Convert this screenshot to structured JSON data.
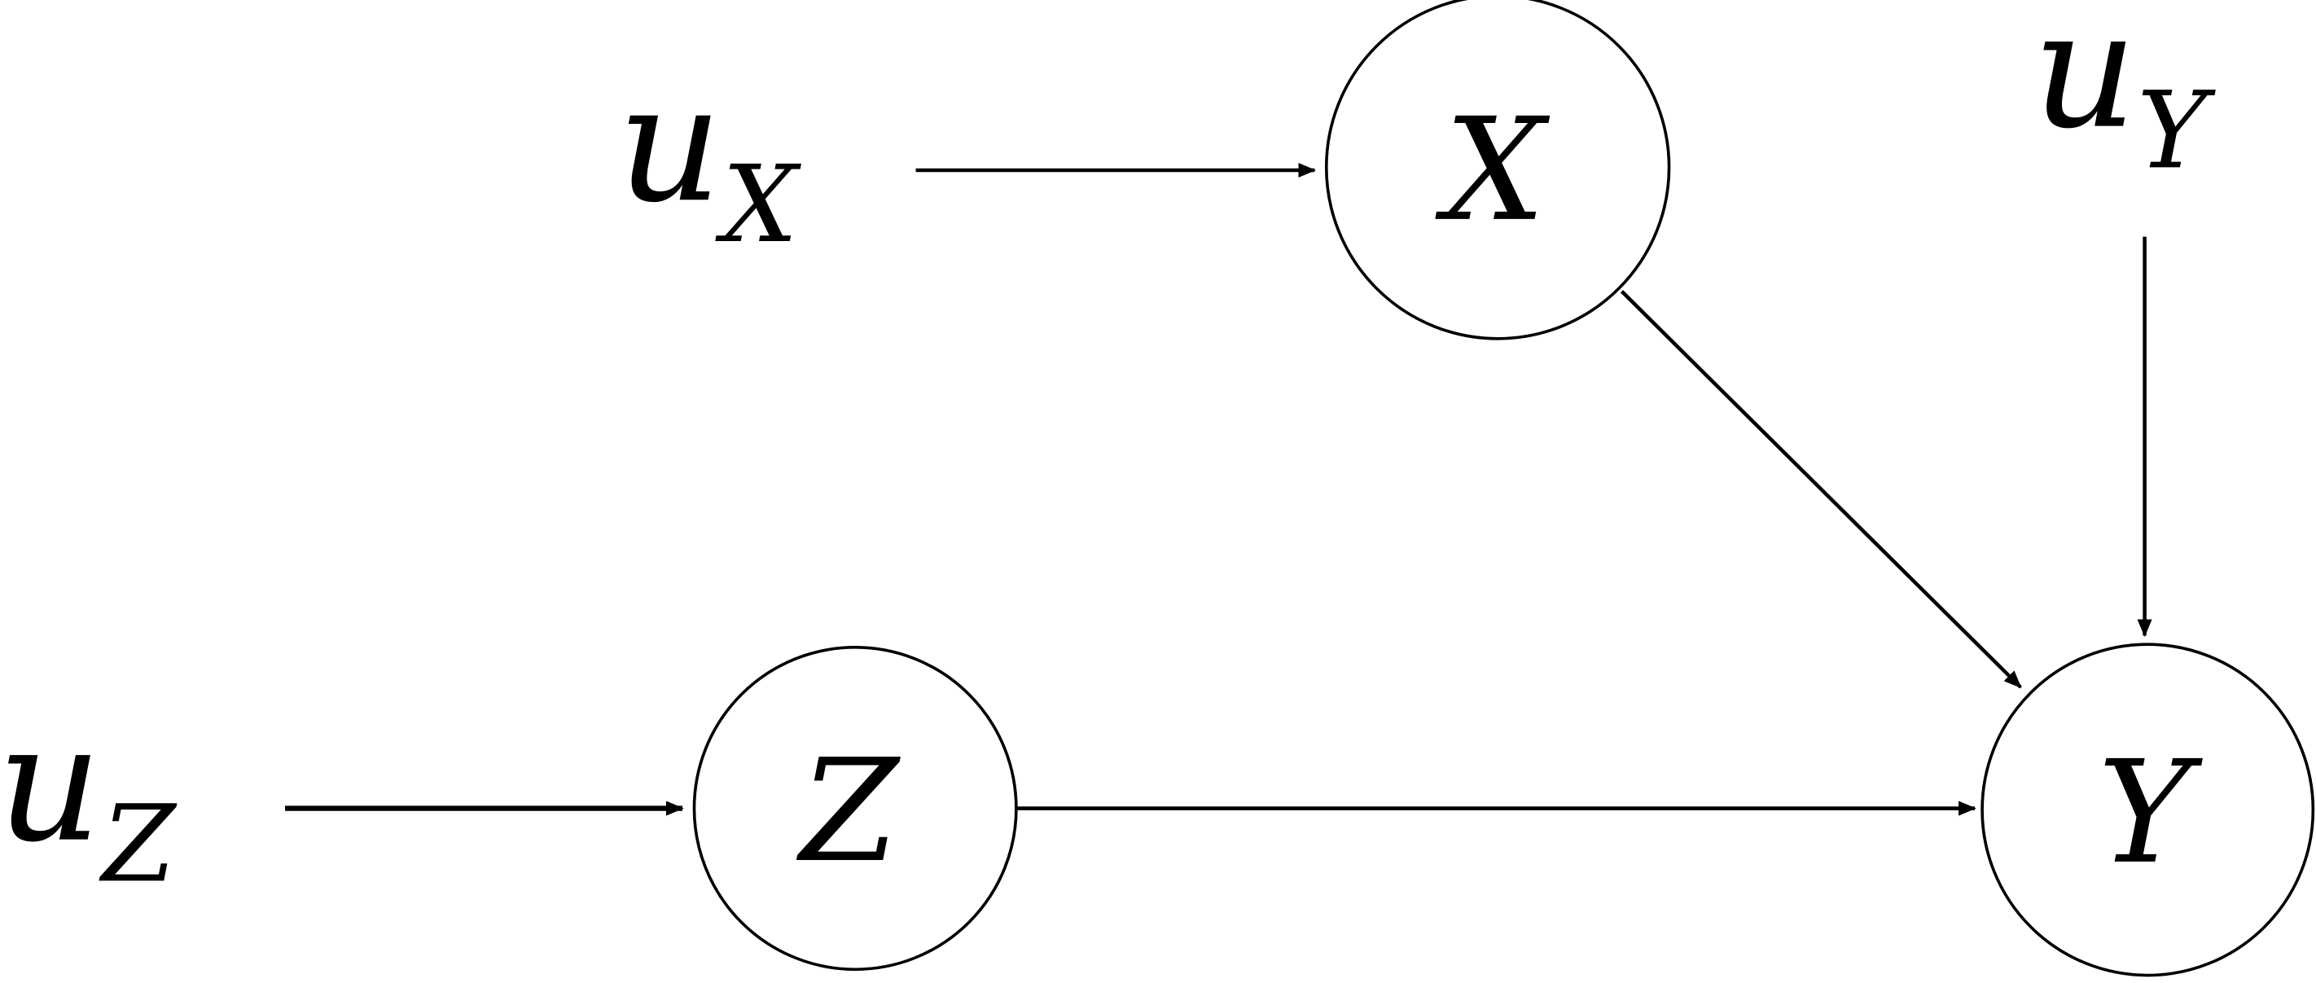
{
  "diagram": {
    "nodes": [
      {
        "id": "X",
        "label": "X"
      },
      {
        "id": "Z",
        "label": "Z"
      },
      {
        "id": "Y",
        "label": "Y"
      }
    ],
    "exogenous": [
      {
        "id": "uX",
        "base": "u",
        "sub": "X"
      },
      {
        "id": "uY",
        "base": "u",
        "sub": "Y"
      },
      {
        "id": "uZ",
        "base": "u",
        "sub": "Z"
      }
    ],
    "edges": [
      {
        "from": "uX",
        "to": "X"
      },
      {
        "from": "uY",
        "to": "Y"
      },
      {
        "from": "uZ",
        "to": "Z"
      },
      {
        "from": "X",
        "to": "Y"
      },
      {
        "from": "Z",
        "to": "Y"
      }
    ],
    "colors": {
      "stroke": "#000000",
      "background": "#ffffff"
    }
  }
}
